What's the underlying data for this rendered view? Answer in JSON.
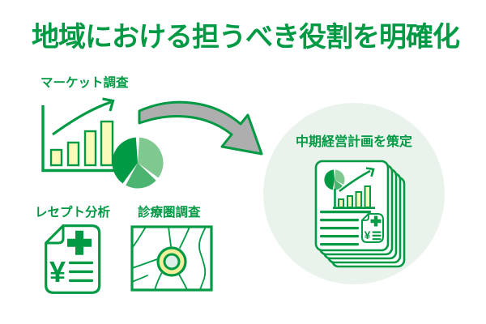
{
  "title": "地域における担うべき役割を明確化",
  "steps": {
    "market_survey": {
      "label": "マーケット調査"
    },
    "receipt_analysis": {
      "label": "レセプト分析"
    },
    "clinic_area_survey": {
      "label": "診療圏調査"
    }
  },
  "result": {
    "label": "中期経営計画を策定"
  },
  "symbols": {
    "yen": "¥"
  },
  "icons": [
    "bar-chart-icon",
    "trend-arrow-icon",
    "pie-chart-icon",
    "flow-arrow-icon",
    "receipt-document-icon",
    "medical-cross-icon",
    "yen-symbol",
    "map-icon",
    "map-target-icon",
    "report-stack-icon",
    "mini-pie-chart-icon",
    "mini-bar-chart-icon",
    "mini-trend-arrow-icon",
    "mini-receipt-icon"
  ],
  "colors": {
    "green": "#009944",
    "green_mid": "#4cb471",
    "green_light": "#7fc88f",
    "pale_yellow": "#fafab9",
    "ring_yellow": "#f2ef9a",
    "ring_inner": "#dfeee6",
    "circle_bg": "#e9f3ec",
    "arrow_gray": "#aeaeae",
    "background": "#ffffff"
  }
}
